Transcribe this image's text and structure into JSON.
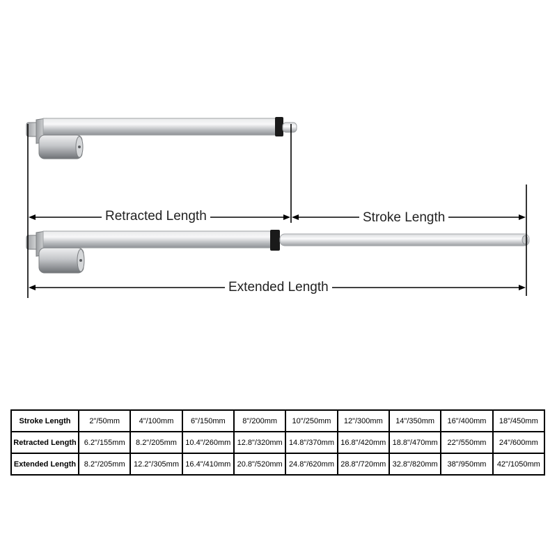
{
  "labels": {
    "retracted": "Retracted Length",
    "stroke": "Stroke Length",
    "extended": "Extended Length"
  },
  "colors": {
    "tube": "#c9cbcd",
    "rod": "#d6d8da",
    "collar": "#1a1a1a",
    "dimension_line": "#000000"
  },
  "table": {
    "rows": [
      {
        "header": "Stroke Length",
        "cells": [
          "2\"/50mm",
          "4\"/100mm",
          "6\"/150mm",
          "8\"/200mm",
          "10\"/250mm",
          "12\"/300mm",
          "14\"/350mm",
          "16\"/400mm",
          "18\"/450mm"
        ]
      },
      {
        "header": "Retracted Length",
        "cells": [
          "6.2\"/155mm",
          "8.2\"/205mm",
          "10.4\"/260mm",
          "12.8\"/320mm",
          "14.8\"/370mm",
          "16.8\"/420mm",
          "18.8\"/470mm",
          "22\"/550mm",
          "24\"/600mm"
        ]
      },
      {
        "header": "Extended Length",
        "cells": [
          "8.2\"/205mm",
          "12.2\"/305mm",
          "16.4\"/410mm",
          "20.8\"/520mm",
          "24.8\"/620mm",
          "28.8\"/720mm",
          "32.8\"/820mm",
          "38\"/950mm",
          "42\"/1050mm"
        ]
      }
    ]
  }
}
